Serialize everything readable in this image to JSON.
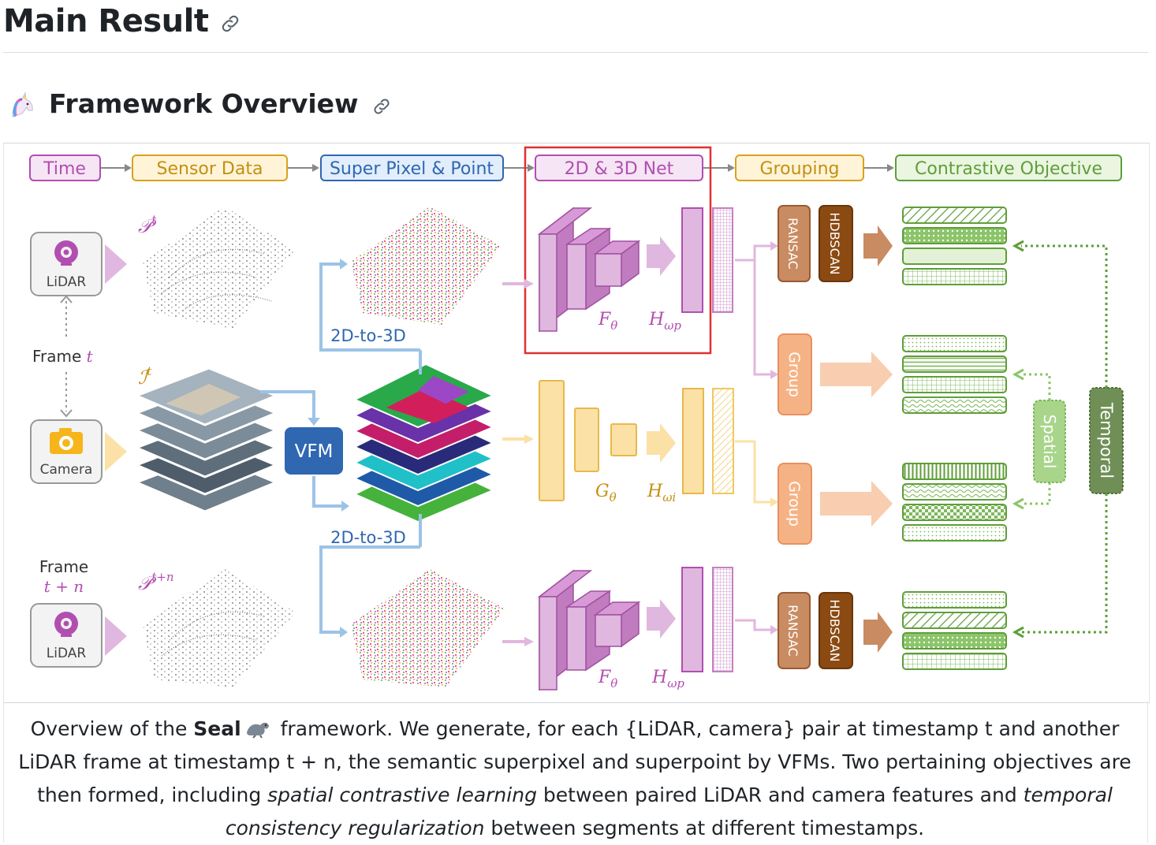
{
  "heading": {
    "title": "Main Result"
  },
  "subheading": {
    "title": "Framework Overview"
  },
  "figure": {
    "stages": [
      "Time",
      "Sensor Data",
      "Super Pixel & Point",
      "2D & 3D Net",
      "Grouping",
      "Contrastive Objective"
    ],
    "highlighted_stage": "2D & 3D Net",
    "sensors": {
      "lidar_top": "LiDAR",
      "camera": "Camera",
      "lidar_bottom": "LiDAR"
    },
    "frame_t_prefix": "Frame ",
    "frame_t_var": "t",
    "frame_tn_label": "Frame",
    "frame_tn_var": "t + n",
    "vfm": "VFM",
    "proj_top": "2D-to-3D",
    "proj_bottom": "2D-to-3D",
    "math": {
      "p_t_base": "𝒫",
      "p_t_sup": "t",
      "i_t_base": "ℐ",
      "i_t_sup": "t",
      "p_tn_base": "𝒫",
      "p_tn_sup": "t+n",
      "f_base": "F",
      "f_sub": "θ",
      "g_base": "G",
      "g_sub": "θ",
      "hp_base": "H",
      "hp_sub": "ωp",
      "hi_base": "H",
      "hi_sub": "ωi"
    },
    "grouping": {
      "ransac": "RANSAC",
      "hdbscan": "HDBSCAN",
      "group": "Group"
    },
    "objectives": {
      "spatial": "Spatial",
      "temporal": "Temporal"
    },
    "colors": {
      "time": "#b14fb0",
      "sensor": "#d9a21b",
      "superpixel": "#2f67b1",
      "net": "#b14fb0",
      "grouping": "#d9a21b",
      "contrastive": "#5f9e3a",
      "highlight": "#e03131",
      "purple_fill": "#e0b7de",
      "yellow_fill": "#fbe1a6",
      "orange_fill": "#f5b385",
      "green_fill": "#a8d58a",
      "brown": "#7b3f00"
    }
  },
  "caption": {
    "p1": "Overview of the ",
    "bold": "Seal",
    "p2": " framework. We generate, for each {LiDAR, camera} pair at timestamp t and another LiDAR frame at timestamp t + n, the semantic superpixel and superpoint by VFMs. Two pertaining objectives are then formed, including ",
    "i1": "spatial contrastive learning",
    "p3": " between paired LiDAR and camera features and ",
    "i2": "temporal consistency regularization",
    "p4": " between segments at different timestamps."
  }
}
